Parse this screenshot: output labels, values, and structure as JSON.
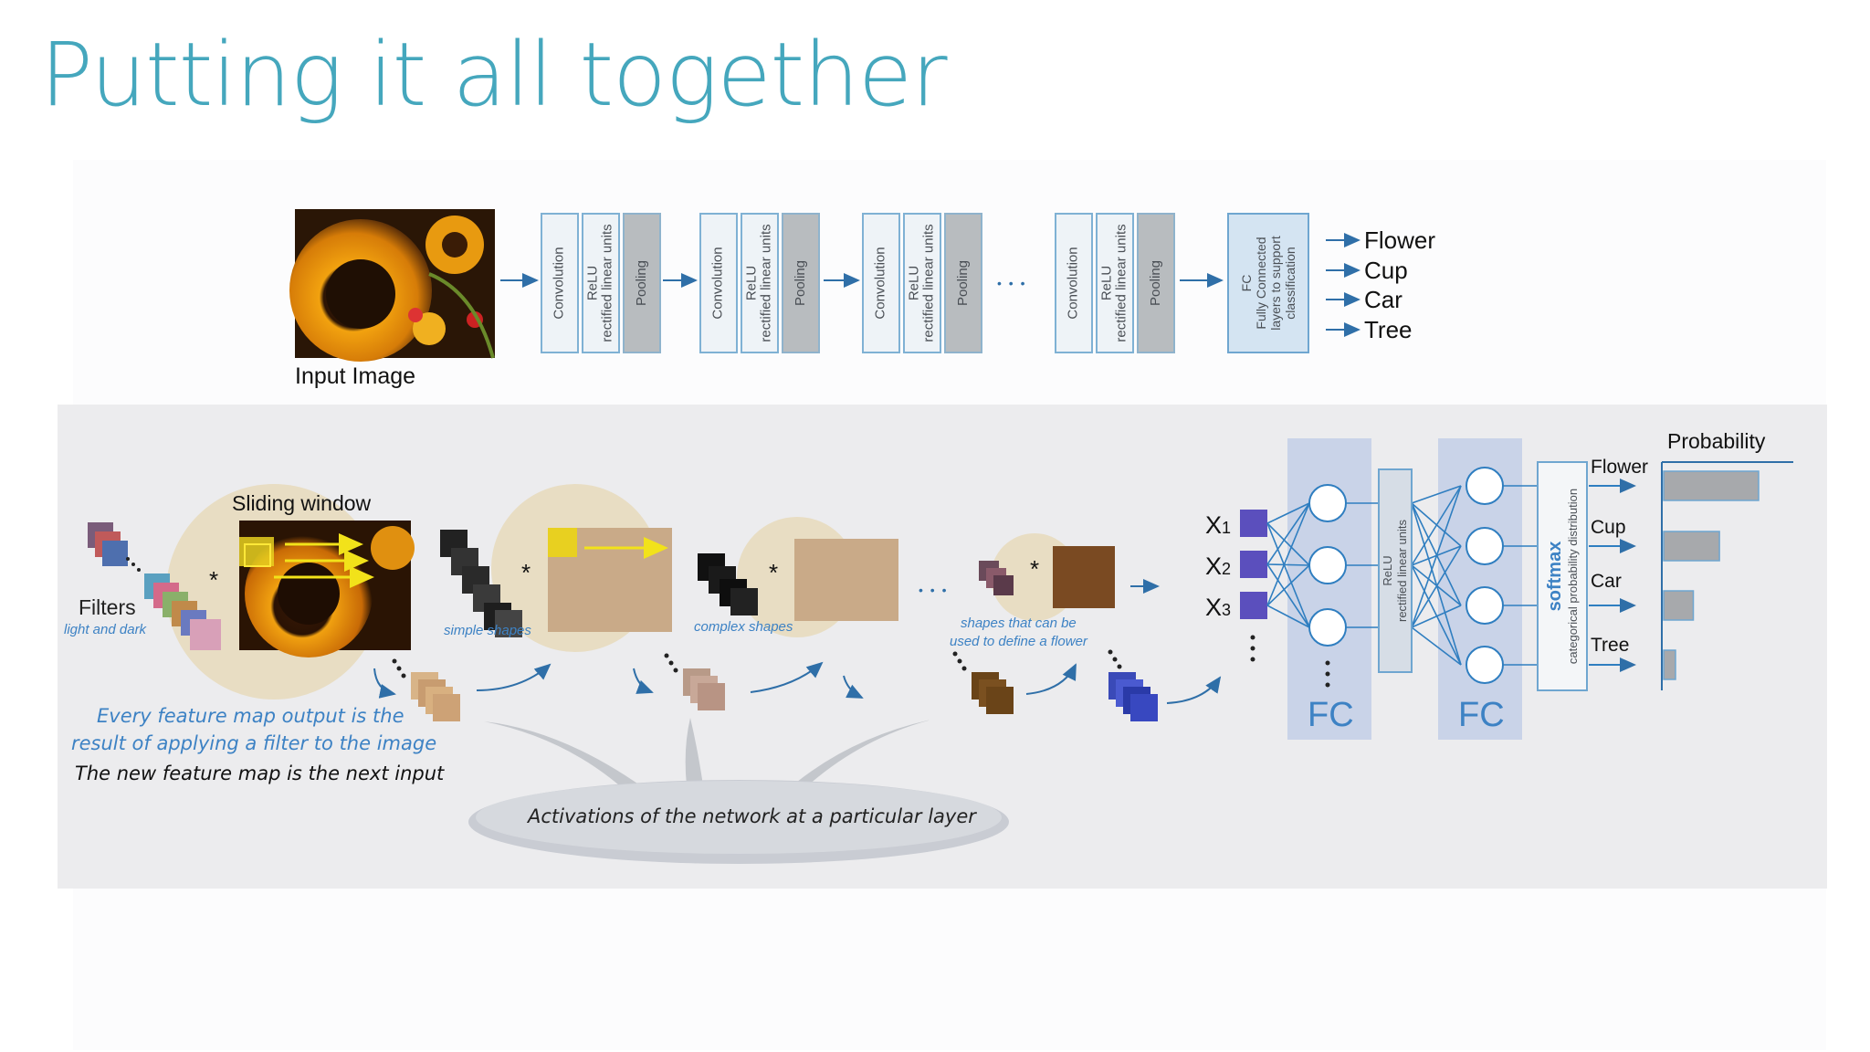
{
  "slide": {
    "title": "Putting it all together"
  },
  "pipeline": {
    "input_label": "Input Image",
    "groups": [
      {
        "conv": "Convolution",
        "relu": "ReLU\nrectified linear units",
        "pool": "Pooling"
      },
      {
        "conv": "Convolution",
        "relu": "ReLU\nrectified linear units",
        "pool": "Pooling"
      },
      {
        "conv": "Convolution",
        "relu": "ReLU\nrectified linear units",
        "pool": "Pooling"
      },
      {
        "conv": "Convolution",
        "relu": "ReLU\nrectified linear units",
        "pool": "Pooling"
      }
    ],
    "ellipsis": "• • •",
    "fc_box": "FC\nFully Connected\nlayers to support\nclassification",
    "classes": [
      "Flower",
      "Cup",
      "Car",
      "Tree"
    ]
  },
  "detail": {
    "sliding_window": "Sliding window",
    "filters": "Filters",
    "filters_sub": "light and dark",
    "simple_shapes": "simple shapes",
    "complex_shapes": "complex shapes",
    "flower_shapes_1": "shapes that can be",
    "flower_shapes_2": "used to define a flower",
    "star": "*",
    "ellipsis": "• • •",
    "caption_1": "Every feature map output is the",
    "caption_2": "result of applying a filter to the image",
    "caption_3": "The new feature map is the next input",
    "activations": "Activations of the network at a particular layer",
    "inputs": [
      {
        "x": "X",
        "sub": "1"
      },
      {
        "x": "X",
        "sub": "2"
      },
      {
        "x": "X",
        "sub": "3"
      }
    ],
    "fc_label_1": "FC",
    "fc_label_2": "FC",
    "relu_box": "ReLU\nrectified linear units",
    "softmax": "softmax",
    "softmax_sub": "categorical probability distribution",
    "probability_title": "Probability",
    "outputs": [
      {
        "label": "Flower",
        "prob": 0.8
      },
      {
        "label": "Cup",
        "prob": 0.47
      },
      {
        "label": "Car",
        "prob": 0.25
      },
      {
        "label": "Tree",
        "prob": 0.1
      }
    ],
    "colors": {
      "accent_blue": "#3d82c4",
      "fc_panel": "#c9d3e8",
      "input_square": "#5b4fbd",
      "circle_bg": "#e8ddc3",
      "grid_fill": "#c9aa88",
      "bar_fill": "#a7a9ac"
    }
  }
}
